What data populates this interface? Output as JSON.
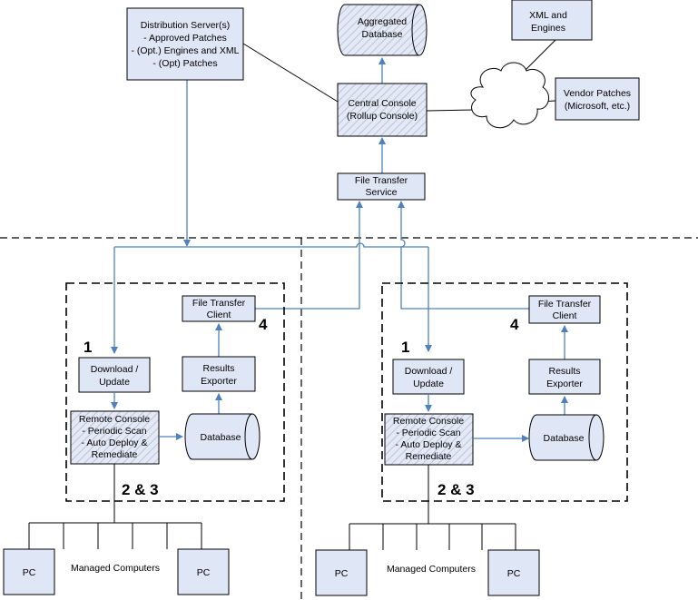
{
  "central": {
    "distribution": [
      "Distribution Server(s)",
      "- Approved Patches",
      "- (Opt.) Engines and XML",
      "- (Opt) Patches"
    ],
    "aggregated_db": [
      "Aggregated",
      "Database"
    ],
    "xml_engines": [
      "XML and",
      "Engines"
    ],
    "central_console": [
      "Central Console",
      "(Rollup Console)"
    ],
    "vendor_patches": [
      "Vendor Patches",
      "(Microsoft, etc.)"
    ],
    "file_transfer_service": [
      "File Transfer",
      "Service"
    ]
  },
  "sites": [
    {
      "ftc": [
        "File Transfer",
        "Client"
      ],
      "download": [
        "Download /",
        "Update"
      ],
      "results": [
        "Results",
        "Exporter"
      ],
      "remote_console": [
        "Remote Console",
        "- Periodic Scan",
        "- Auto Deploy &",
        "Remediate"
      ],
      "database": "Database",
      "step1": "1",
      "step4": "4",
      "step23": "2 & 3",
      "pc1": "PC",
      "pc2": "PC",
      "managed": "Managed Computers"
    },
    {
      "ftc": [
        "File Transfer",
        "Client"
      ],
      "download": [
        "Download /",
        "Update"
      ],
      "results": [
        "Results",
        "Exporter"
      ],
      "remote_console": [
        "Remote Console",
        "- Periodic Scan",
        "- Auto Deploy &",
        "Remediate"
      ],
      "database": "Database",
      "step1": "1",
      "step4": "4",
      "step23": "2 & 3",
      "pc1": "PC",
      "pc2": "PC",
      "managed": "Managed Computers"
    }
  ],
  "colors": {
    "box_fill": "#dfe6f5",
    "box_stroke": "#000000",
    "arrow": "#4f81bd",
    "hatch": "#b9c4dc"
  }
}
